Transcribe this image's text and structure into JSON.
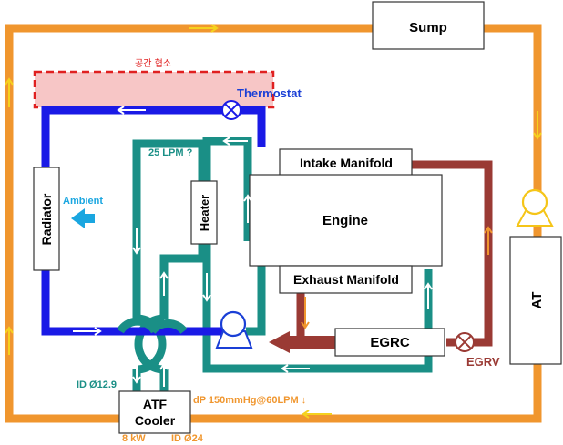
{
  "components": {
    "sump": "Sump",
    "intake_manifold": "Intake Manifold",
    "engine": "Engine",
    "exhaust_manifold": "Exhaust Manifold",
    "egrc": "EGRC",
    "at": "AT",
    "radiator": "Radiator",
    "heater": "Heater",
    "atf_cooler_line1": "ATF",
    "atf_cooler_line2": "Cooler"
  },
  "labels": {
    "space_limit": "공간 협소",
    "thermostat": "Thermostat",
    "flow_rate": "25 LPM ?",
    "ambient": "Ambient",
    "egrv": "EGRV",
    "id_129": "ID Ø12.9",
    "dp": "dP 150mmHg@60LPM ↓",
    "power": "8 kW",
    "id_24": "ID Ø24"
  },
  "colors": {
    "outer_loop": "#f0962e",
    "coolant_teal": "#1a8f86",
    "radiator_blue": "#1a1ae6",
    "egr_brown": "#9a3a34",
    "arrow_yellow": "#f5d21e",
    "ambient_arrow": "#1aa6e0",
    "space_fill": "#f7c6c6",
    "space_border": "#e02020",
    "pump_stroke": "#1a3fd6",
    "at_pump": "#f5c518"
  }
}
